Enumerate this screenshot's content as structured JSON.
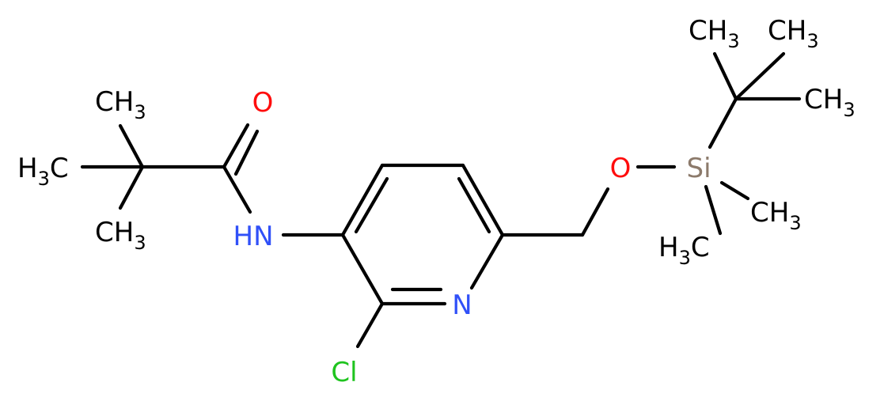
{
  "molecule": {
    "atoms": {
      "carbonyl_oxygen": {
        "text": "O",
        "color": "#ff0d0d"
      },
      "amide_nitrogen": {
        "text": "HN",
        "color": "#3050f8"
      },
      "pyridine_nitrogen": {
        "text": "N",
        "color": "#3050f8"
      },
      "ether_oxygen": {
        "text": "O",
        "color": "#ff0d0d"
      },
      "silicon": {
        "text": "Si",
        "color": "#8c7a6b"
      },
      "chlorine": {
        "text": "Cl",
        "color": "#1fc41f"
      }
    },
    "methyl_groups": [
      {
        "id": "me-pivaloyl-top",
        "main": "CH",
        "sub": "3"
      },
      {
        "id": "me-pivaloyl-left",
        "main": "H",
        "sub": "3",
        "tail": "C"
      },
      {
        "id": "me-pivaloyl-bottom",
        "main": "CH",
        "sub": "3"
      },
      {
        "id": "me-tbu-1",
        "main": "CH",
        "sub": "3"
      },
      {
        "id": "me-tbu-2",
        "main": "CH",
        "sub": "3"
      },
      {
        "id": "me-tbu-3",
        "main": "CH",
        "sub": "3"
      },
      {
        "id": "me-si-right",
        "main": "CH",
        "sub": "3"
      },
      {
        "id": "me-si-bottom",
        "main": "H",
        "sub": "3",
        "tail": "C"
      }
    ]
  }
}
